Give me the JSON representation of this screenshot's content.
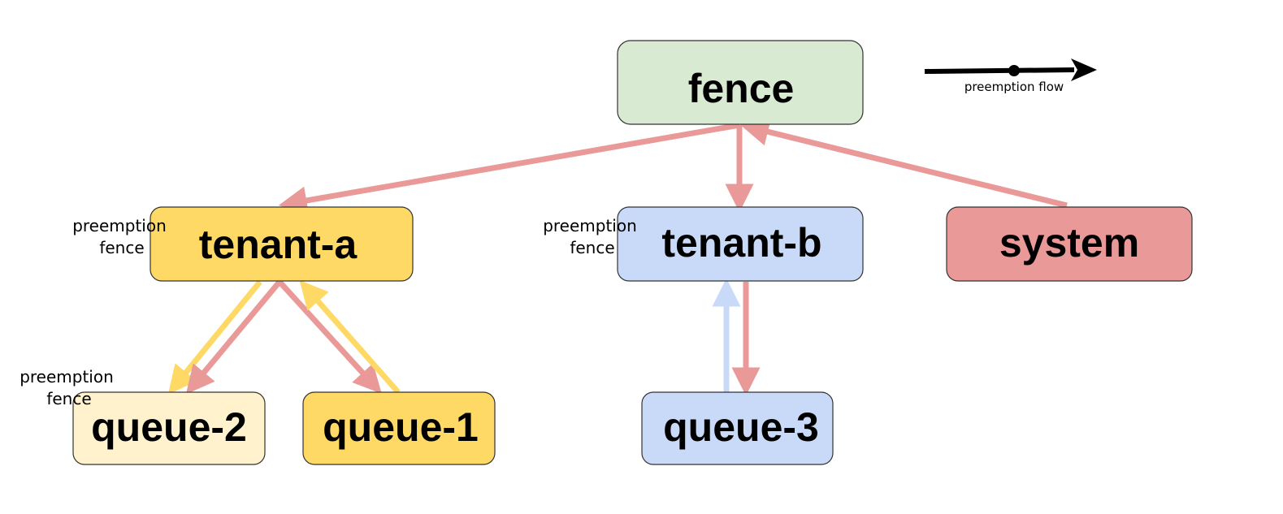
{
  "nodes": {
    "fence": {
      "label": "fence",
      "fill": "#d9ead3"
    },
    "tenant_a": {
      "label": "tenant-a",
      "fill": "#ffd966"
    },
    "tenant_b": {
      "label": "tenant-b",
      "fill": "#c9daf8"
    },
    "system": {
      "label": "system",
      "fill": "#ea9999"
    },
    "queue_2": {
      "label": "queue-2",
      "fill": "#fff2cc"
    },
    "queue_1": {
      "label": "queue-1",
      "fill": "#ffd966"
    },
    "queue_3": {
      "label": "queue-3",
      "fill": "#c9daf8"
    }
  },
  "annotations": {
    "tenant_a": {
      "line1": "preemption",
      "line2": "fence"
    },
    "tenant_b": {
      "line1": "preemption",
      "line2": "fence"
    },
    "queue_2": {
      "line1": "preemption",
      "line2": "fence"
    }
  },
  "legend": {
    "label": "preemption flow",
    "color": "#000000"
  },
  "colors": {
    "red_edge": "#ea9999",
    "yellow_edge": "#ffd966",
    "blue_edge": "#c9daf8",
    "node_stroke": "#333333"
  }
}
